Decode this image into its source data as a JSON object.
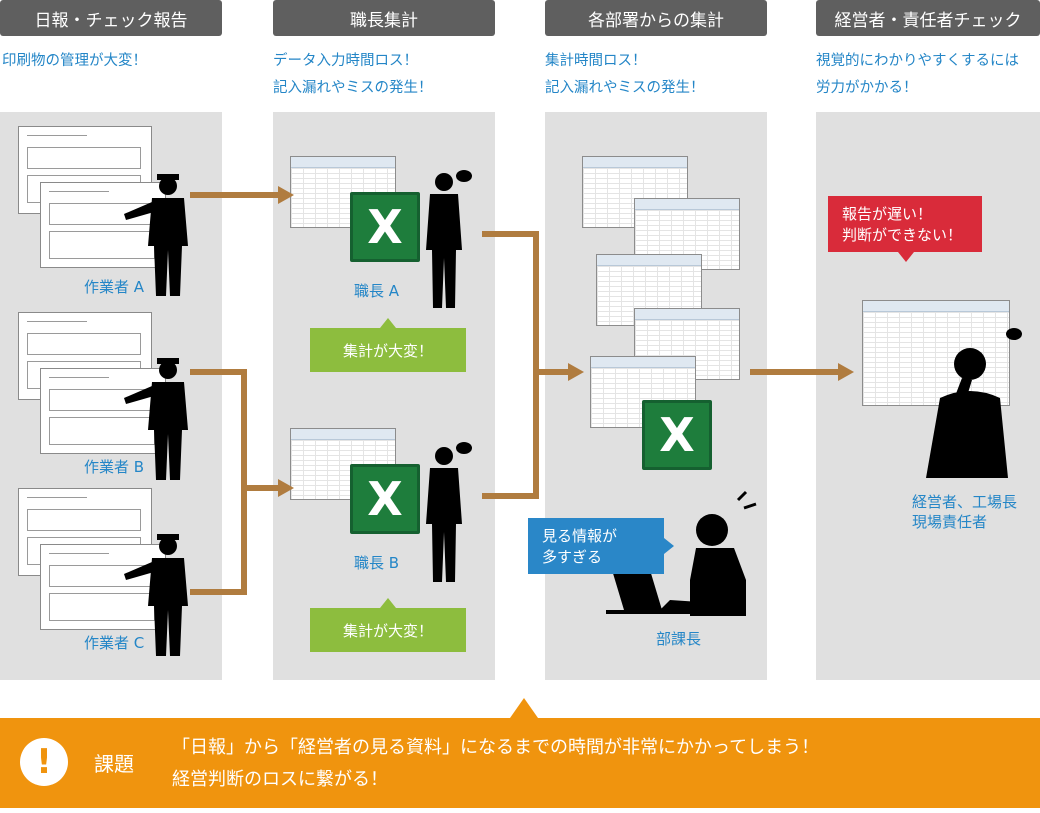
{
  "columns": [
    {
      "header": "日報・チェック報告",
      "subtext": [
        "印刷物の管理が大変！"
      ]
    },
    {
      "header": "職長集計",
      "subtext": [
        "データ入力時間ロス！",
        "記入漏れやミスの発生！"
      ]
    },
    {
      "header": "各部署からの集計",
      "subtext": [
        "集計時間ロス！",
        "記入漏れやミスの発生！"
      ]
    },
    {
      "header": "経営者・責任者チェック",
      "subtext": [
        "視覚的にわかりやすくするには",
        "労力がかかる！"
      ]
    }
  ],
  "workers": [
    "作業者 A",
    "作業者 B",
    "作業者 C"
  ],
  "foremen": [
    "職長 A",
    "職長 B"
  ],
  "foreman_callout": "集計が大変！",
  "manager_callout": [
    "見る情報が",
    "多すぎる"
  ],
  "manager_label": "部課長",
  "exec_callout": [
    "報告が遅い！",
    "判断ができない！"
  ],
  "exec_label": [
    "経営者、工場長",
    "現場責任者"
  ],
  "excel_letter": "X",
  "issue": {
    "label": "課題",
    "icon_glyph": "!",
    "lines": [
      "「日報」から「経営者の見る資料」になるまでの時間が非常にかかってしまう！",
      "経営判断のロスに繋がる！"
    ]
  },
  "colors": {
    "header": "#5f5f5f",
    "accent_blue": "#2486c7",
    "arrow": "#b07c3f",
    "green": "#8dbd3e",
    "red": "#d92b3a",
    "orange": "#f0940e"
  }
}
